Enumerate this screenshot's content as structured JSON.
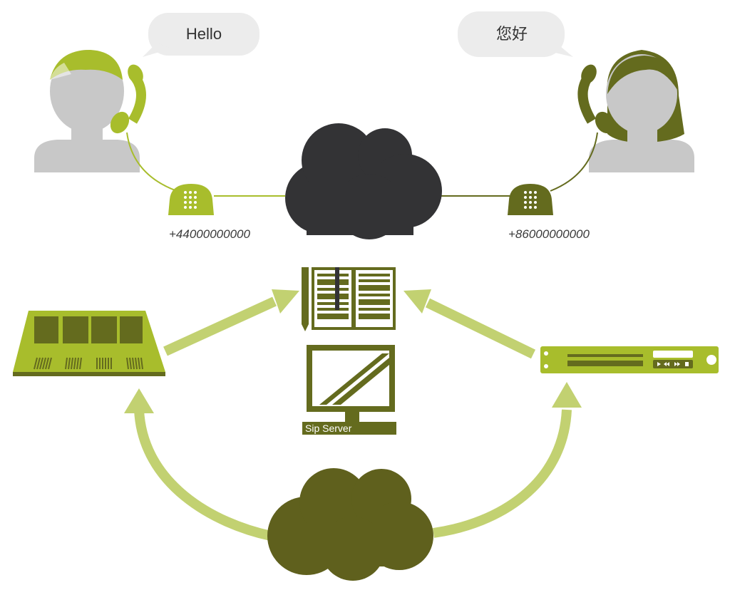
{
  "callers": [
    {
      "greeting": "Hello",
      "phone_number": "+44000000000",
      "accent_color": "#a8bd2c"
    },
    {
      "greeting": "您好",
      "phone_number": "+86000000000",
      "accent_color": "#646b1e"
    }
  ],
  "server": {
    "label": "Sip Server"
  },
  "colors": {
    "lime": "#a8bd2c",
    "olive": "#646b1e",
    "arrow": "#c2d171",
    "cloud_dark": "#333335",
    "cloud_olive": "#5f601d",
    "person_gray": "#c8c8c8",
    "bubble": "#ececec"
  },
  "icons": [
    "caller-left-avatar",
    "caller-right-avatar",
    "handset-icon",
    "desk-phone-icon",
    "cloud-icon",
    "address-book-icon",
    "monitor-icon",
    "control-panel-icon",
    "rack-server-icon"
  ]
}
